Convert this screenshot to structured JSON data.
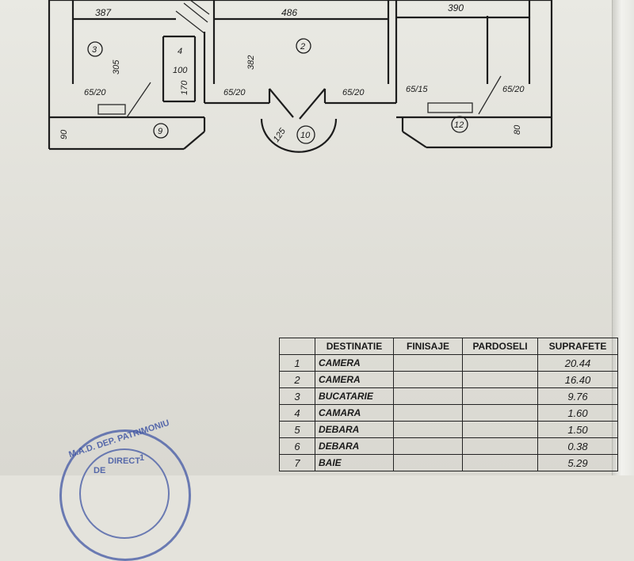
{
  "plan": {
    "dims_top": [
      "387",
      "486",
      "390"
    ],
    "room_markers": [
      "3",
      "2",
      "4",
      "9",
      "10",
      "12"
    ],
    "inner_dims": [
      "305",
      "382",
      "100",
      "170",
      "125",
      "90",
      "80"
    ],
    "door_dims": [
      "65/20",
      "65/20",
      "65/20",
      "65/15",
      "65/20"
    ]
  },
  "table": {
    "headers": [
      "",
      "DESTINATIE",
      "FINISAJE",
      "PARDOSELI",
      "SUPRAFETE"
    ],
    "rows": [
      {
        "nr": "1",
        "dest": "CAMERA",
        "fin": "",
        "par": "",
        "sup": "20.44"
      },
      {
        "nr": "2",
        "dest": "CAMERA",
        "fin": "",
        "par": "",
        "sup": "16.40"
      },
      {
        "nr": "3",
        "dest": "BUCATARIE",
        "fin": "",
        "par": "",
        "sup": "9.76"
      },
      {
        "nr": "4",
        "dest": "CAMARA",
        "fin": "",
        "par": "",
        "sup": "1.60"
      },
      {
        "nr": "5",
        "dest": "DEBARA",
        "fin": "",
        "par": "",
        "sup": "1.50"
      },
      {
        "nr": "6",
        "dest": "DEBARA",
        "fin": "",
        "par": "",
        "sup": "0.38"
      },
      {
        "nr": "7",
        "dest": "BAIE",
        "fin": "",
        "par": "",
        "sup": "5.29"
      }
    ]
  },
  "stamp": {
    "line1": "M.A.D. DEP. PATRIMONIU",
    "line2": "1",
    "line3": "DIRECT",
    "line4": "DE"
  }
}
